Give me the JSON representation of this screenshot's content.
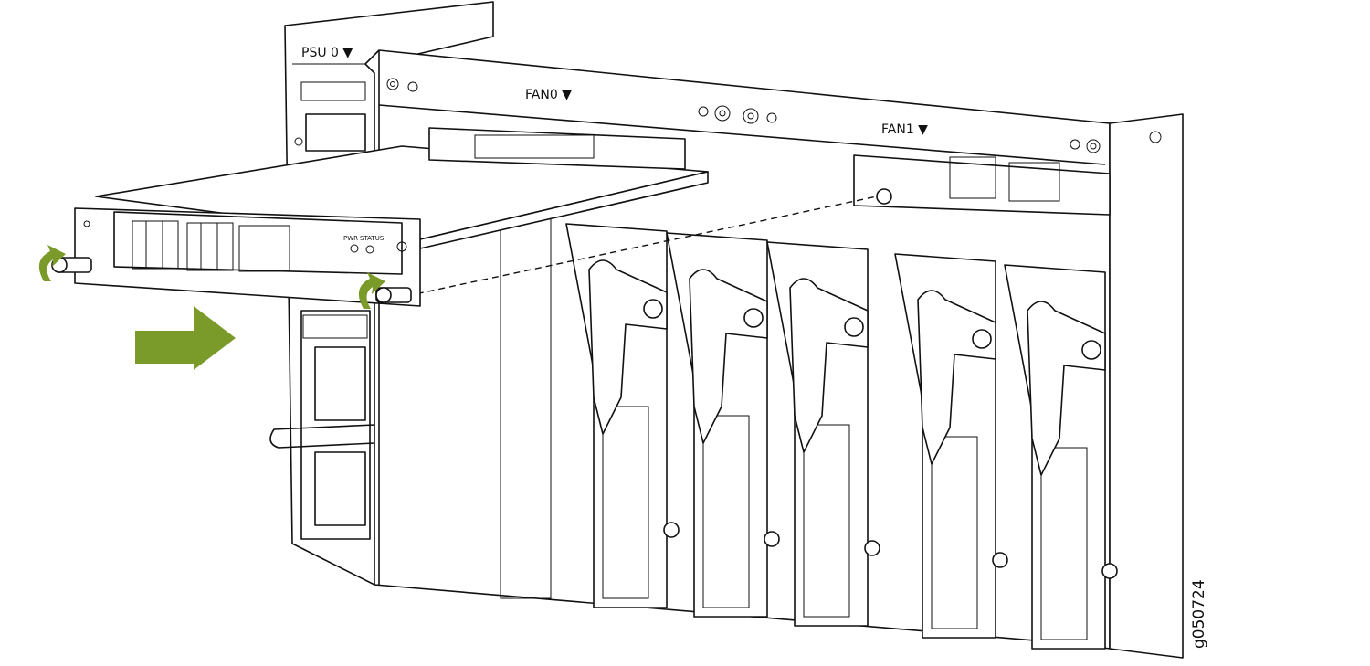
{
  "labels": {
    "psu0": "PSU 0 ▼",
    "fan0": "FAN0 ▼",
    "fan1": "FAN1 ▼",
    "pwr": "PWR",
    "status": "STATUS"
  },
  "figure_id": "g050724",
  "colors": {
    "accent_green": "#7a9a2a",
    "line": "#111111"
  }
}
